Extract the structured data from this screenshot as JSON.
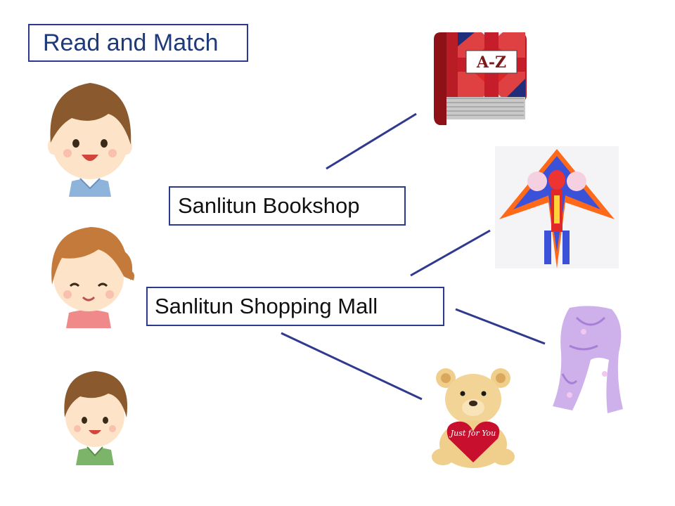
{
  "title": "Read and Match",
  "places": {
    "bookshop": "Sanlitun Bookshop",
    "mall": "Sanlitun Shopping Mall"
  },
  "items": {
    "book_cover_text": "A-Z",
    "teddy_heart_text": "Just for You"
  },
  "colors": {
    "box_border": "#2b3a8c",
    "title_text": "#1f3a7a",
    "match_line": "#2f3a8f"
  },
  "icons": [
    "boy-face-icon",
    "girl-face-icon",
    "boy-face-small-icon",
    "dictionary-book-icon",
    "kite-icon",
    "scarf-icon",
    "teddy-bear-icon"
  ]
}
